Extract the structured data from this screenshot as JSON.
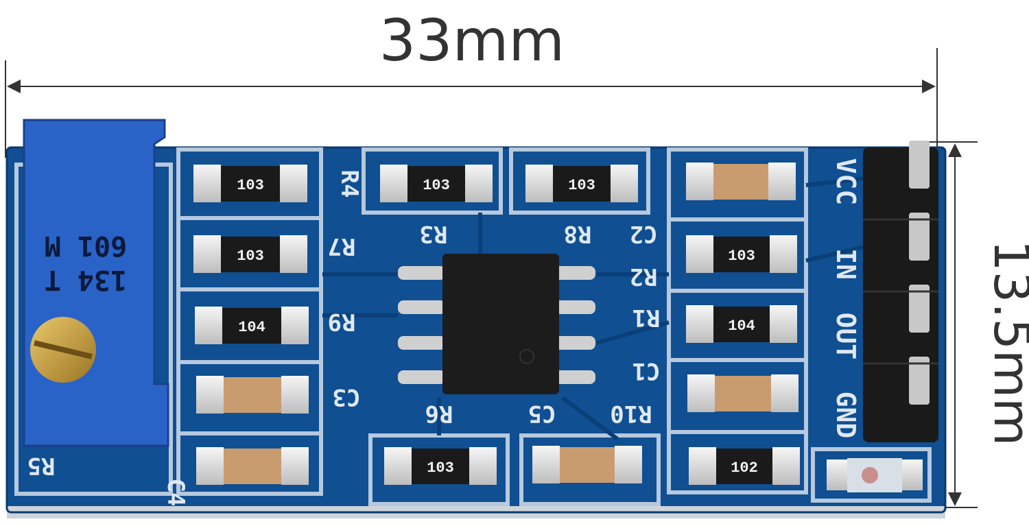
{
  "dimensions": {
    "width_label": "33mm",
    "height_label": "13.5mm"
  },
  "potentiometer": {
    "line1": "134 T",
    "line2": "601 M"
  },
  "silkscreen": {
    "r5": "R5",
    "r4": "R4",
    "r7": "R7",
    "r9": "R9",
    "c3": "C3",
    "c4": "C4",
    "r3": "R3",
    "r8": "R8",
    "c2": "C2",
    "r2": "R2",
    "r1": "R1",
    "c1": "C1",
    "r10": "R10",
    "r6": "R6",
    "c5": "C5"
  },
  "pin_labels": [
    "VCC",
    "IN",
    "OUT",
    "GND"
  ],
  "resistor_codes": {
    "r4": "103",
    "r7": "103",
    "r9": "104",
    "r3": "103",
    "r8": "103",
    "r2": "103",
    "r1": "104",
    "r6": "103",
    "r10": "102"
  },
  "colors": {
    "pcb": "#0f4f92",
    "silkscreen": "#dfe8f2",
    "pot_body": "#2a63c8",
    "capacitor": "#c99c70",
    "header": "#1a1a1a"
  }
}
